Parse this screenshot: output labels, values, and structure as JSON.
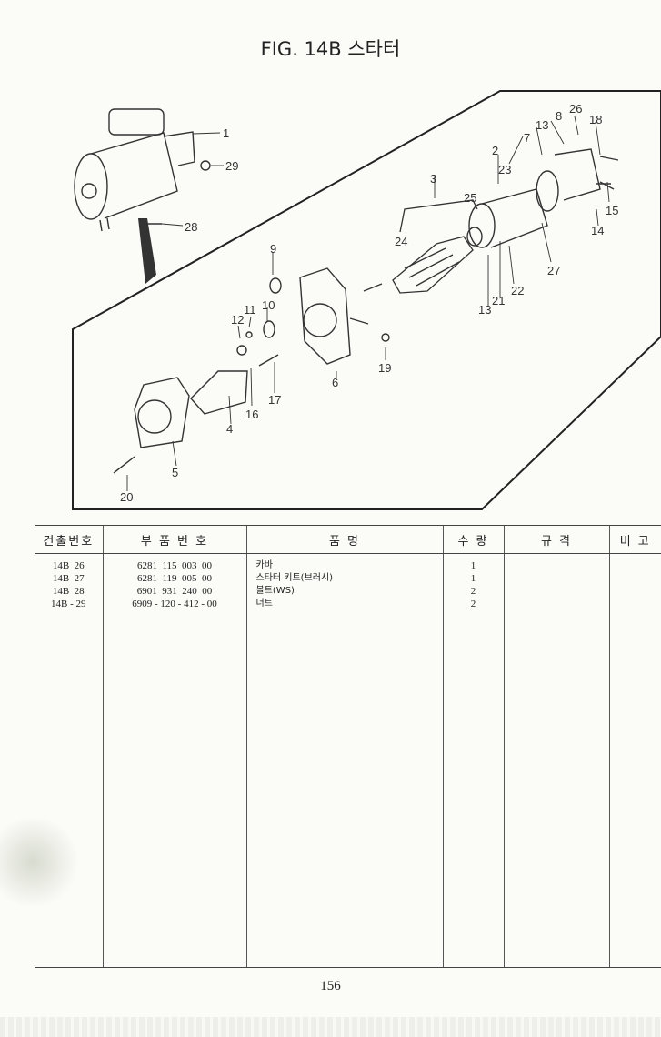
{
  "header": {
    "title": "FIG. 14B 스타터"
  },
  "diagram": {
    "callouts": [
      "1",
      "2",
      "3",
      "4",
      "5",
      "6",
      "7",
      "8",
      "9",
      "10",
      "11",
      "12",
      "13",
      "13",
      "14",
      "15",
      "16",
      "17",
      "18",
      "19",
      "20",
      "21",
      "22",
      "23",
      "24",
      "25",
      "26",
      "27",
      "28",
      "29"
    ]
  },
  "table": {
    "columns": [
      "건출번호",
      "부 품 번 호",
      "품 명",
      "수 량",
      "규 격",
      "비 고"
    ],
    "rows": [
      {
        "ref": "14B  26",
        "part_no": "6281  115  003  00",
        "name": "카바",
        "qty": "1",
        "spec": "",
        "note": ""
      },
      {
        "ref": "14B  27",
        "part_no": "6281  119  005  00",
        "name": "스타터 키트(브러시)",
        "qty": "1",
        "spec": "",
        "note": ""
      },
      {
        "ref": "14B  28",
        "part_no": "6901  931  240  00",
        "name": "볼트(WS)",
        "qty": "2",
        "spec": "",
        "note": ""
      },
      {
        "ref": "14B - 29",
        "part_no": "6909 - 120 - 412 - 00",
        "name": "너트",
        "qty": "2",
        "spec": "",
        "note": ""
      }
    ]
  },
  "footer": {
    "page_number": "156"
  }
}
